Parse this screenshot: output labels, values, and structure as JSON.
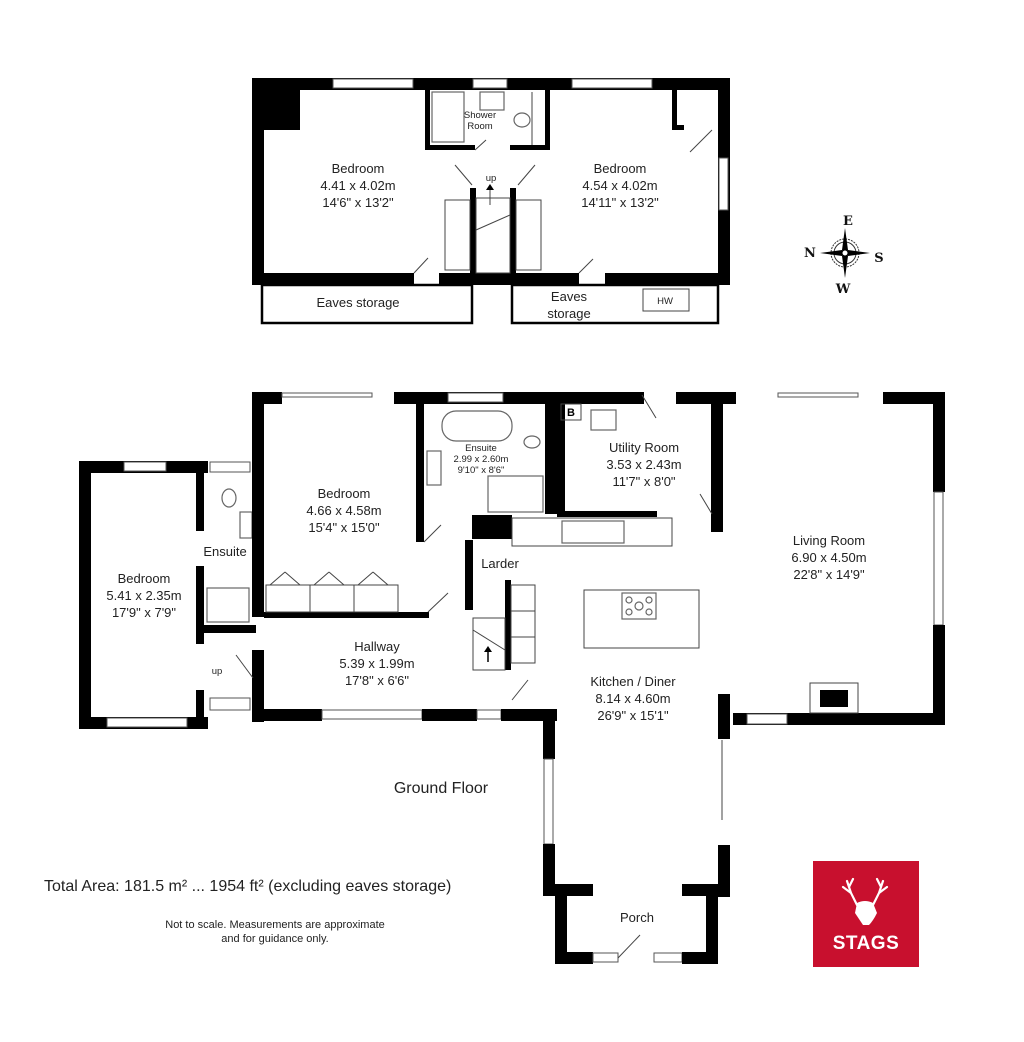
{
  "upper_floor": {
    "rooms": [
      {
        "name": "Bedroom",
        "metric": "4.41 x 4.02m",
        "imperial": "14'6\" x 13'2\""
      },
      {
        "name": "Bedroom",
        "metric": "4.54 x 4.02m",
        "imperial": "14'11\" x 13'2\""
      },
      {
        "name": "Shower",
        "name2": "Room"
      },
      {
        "name": "Eaves storage"
      },
      {
        "name": "Eaves",
        "name2": "storage"
      }
    ],
    "stair_label": "up",
    "hw_label": "HW"
  },
  "compass": {
    "n": "N",
    "e": "E",
    "s": "S",
    "w": "W"
  },
  "ground_floor": {
    "title": "Ground Floor",
    "rooms": [
      {
        "name": "Bedroom",
        "metric": "5.41 x 2.35m",
        "imperial": "17'9\" x 7'9\""
      },
      {
        "name": "Ensuite"
      },
      {
        "name": "Bedroom",
        "metric": "4.66 x 4.58m",
        "imperial": "15'4\" x 15'0\""
      },
      {
        "name": "Ensuite",
        "metric": "2.99 x 2.60m",
        "imperial": "9'10\" x 8'6\""
      },
      {
        "name": "Utility Room",
        "metric": "3.53 x 2.43m",
        "imperial": "11'7\" x 8'0\""
      },
      {
        "name": "Living Room",
        "metric": "6.90 x 4.50m",
        "imperial": "22'8\" x 14'9\""
      },
      {
        "name": "Larder"
      },
      {
        "name": "Hallway",
        "metric": "5.39 x 1.99m",
        "imperial": "17'8\" x 6'6\""
      },
      {
        "name": "Kitchen / Diner",
        "metric": "8.14 x 4.60m",
        "imperial": "26'9\" x 15'1\""
      },
      {
        "name": "Porch"
      }
    ],
    "stair_label": "up",
    "boiler_label": "B"
  },
  "footer": {
    "total_area": "Total Area: 181.5 m² ... 1954 ft² (excluding eaves storage)",
    "disclaimer": "Not to scale. Measurements are approximate and for guidance only."
  },
  "logo": {
    "text": "STAGS",
    "color": "#c8102e"
  }
}
